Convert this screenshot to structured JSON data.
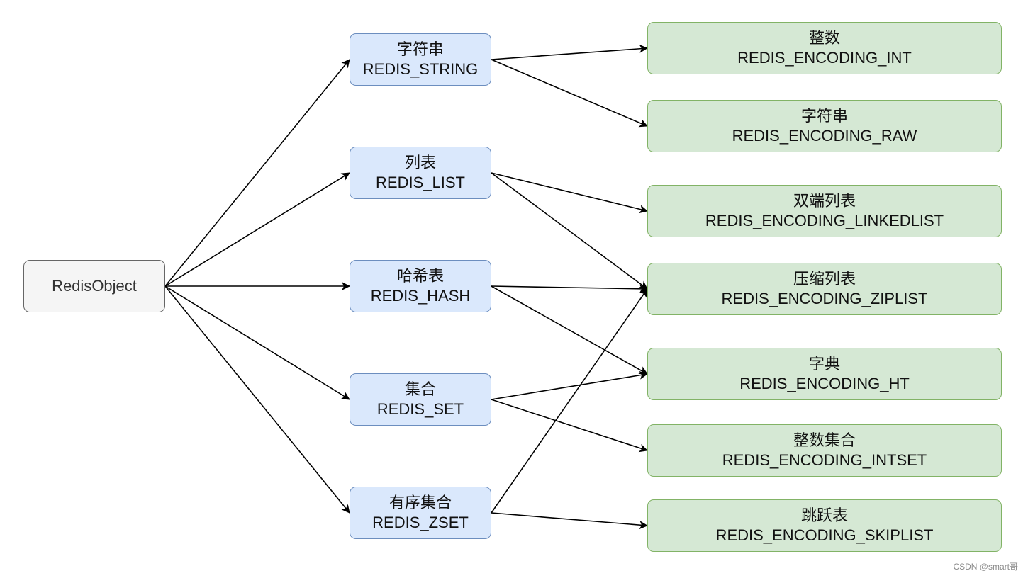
{
  "root": {
    "label": "RedisObject"
  },
  "types": [
    {
      "id": "string",
      "title": "字符串",
      "code": "REDIS_STRING"
    },
    {
      "id": "list",
      "title": "列表",
      "code": "REDIS_LIST"
    },
    {
      "id": "hash",
      "title": "哈希表",
      "code": "REDIS_HASH"
    },
    {
      "id": "set",
      "title": "集合",
      "code": "REDIS_SET"
    },
    {
      "id": "zset",
      "title": "有序集合",
      "code": "REDIS_ZSET"
    }
  ],
  "encodings": [
    {
      "id": "int",
      "title": "整数",
      "code": "REDIS_ENCODING_INT"
    },
    {
      "id": "raw",
      "title": "字符串",
      "code": "REDIS_ENCODING_RAW"
    },
    {
      "id": "linkedlist",
      "title": "双端列表",
      "code": "REDIS_ENCODING_LINKEDLIST"
    },
    {
      "id": "ziplist",
      "title": "压缩列表",
      "code": "REDIS_ENCODING_ZIPLIST"
    },
    {
      "id": "ht",
      "title": "字典",
      "code": "REDIS_ENCODING_HT"
    },
    {
      "id": "intset",
      "title": "整数集合",
      "code": "REDIS_ENCODING_INTSET"
    },
    {
      "id": "skiplist",
      "title": "跳跃表",
      "code": "REDIS_ENCODING_SKIPLIST"
    }
  ],
  "edges": [
    [
      "root",
      "string"
    ],
    [
      "root",
      "list"
    ],
    [
      "root",
      "hash"
    ],
    [
      "root",
      "set"
    ],
    [
      "root",
      "zset"
    ],
    [
      "string",
      "int"
    ],
    [
      "string",
      "raw"
    ],
    [
      "list",
      "linkedlist"
    ],
    [
      "list",
      "ziplist"
    ],
    [
      "hash",
      "ziplist"
    ],
    [
      "hash",
      "ht"
    ],
    [
      "set",
      "ht"
    ],
    [
      "set",
      "intset"
    ],
    [
      "zset",
      "ziplist"
    ],
    [
      "zset",
      "skiplist"
    ]
  ],
  "colors": {
    "root_fill": "#f5f5f5",
    "root_stroke": "#666666",
    "type_fill": "#dae8fc",
    "type_stroke": "#6c8ebf",
    "enc_fill": "#d5e8d4",
    "enc_stroke": "#82b366",
    "edge": "#000000"
  },
  "watermark": "CSDN @smart哥"
}
